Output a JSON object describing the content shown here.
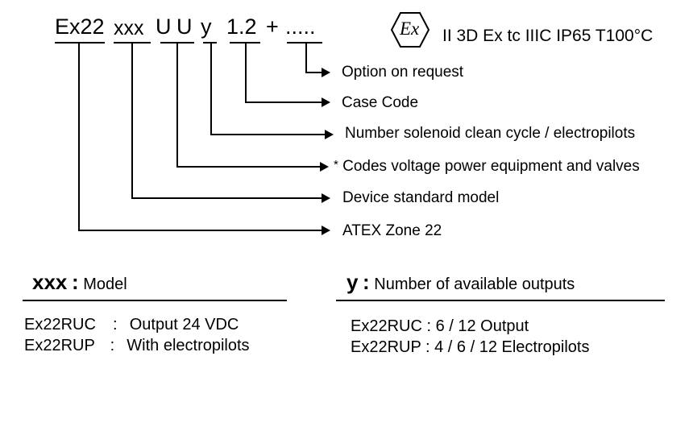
{
  "code": {
    "ex22": "Ex22",
    "xxx": "xxx",
    "u1": "U",
    "u2": "U",
    "y": "y",
    "case": "1.2",
    "plus": "+",
    "dots": "....."
  },
  "atex_logo": {
    "text": "Ex",
    "icon": "atex-hexagon-icon"
  },
  "marking": "II 3D Ex tc IIIC IP65 T100°C",
  "callouts": [
    "Option on request",
    "Case Code",
    "Number solenoid clean cycle / electropilots",
    "Codes voltage power equipment and valves",
    "Device standard model",
    "ATEX Zone 22"
  ],
  "voltage_note_marker": "*",
  "model_section": {
    "key": "xxx",
    "colon": ":",
    "title": "Model",
    "rows": [
      {
        "code": "Ex22RUC",
        "sep": ":",
        "value": "Output 24 VDC"
      },
      {
        "code": "Ex22RUP",
        "sep": ":",
        "value": "With electropilots"
      }
    ]
  },
  "outputs_section": {
    "key": "y",
    "colon": ":",
    "title": "Number of available outputs",
    "rows": [
      {
        "text": "Ex22RUC : 6 / 12 Output"
      },
      {
        "text": "Ex22RUP : 4 / 6 / 12 Electropilots"
      }
    ]
  }
}
